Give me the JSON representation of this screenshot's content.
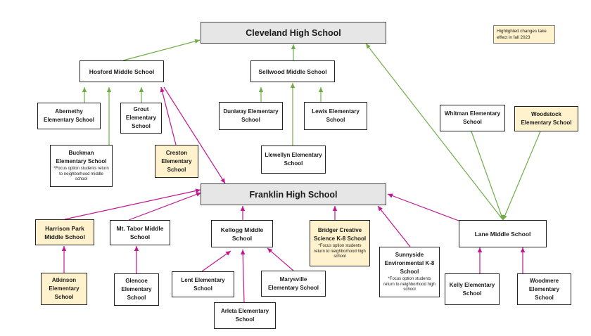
{
  "legend": {
    "text": "Highlighted changes take effect in fall 2023"
  },
  "colors": {
    "green": "#70ad47",
    "magenta": "#c0168f",
    "highlight": "#fff2cc",
    "high_school_fill": "#e6e6e6"
  },
  "nodes": {
    "cleveland": {
      "label": "Cleveland High School"
    },
    "franklin": {
      "label": "Franklin High School"
    },
    "hosford": {
      "label": "Hosford Middle School"
    },
    "sellwood": {
      "label": "Sellwood Middle School"
    },
    "abernethy": {
      "label": "Abernethy Elementary School"
    },
    "grout": {
      "label": "Grout Elementary School"
    },
    "buckman": {
      "label": "Buckman Elementary School",
      "note": "*Focus option students return to neighborhood middle school"
    },
    "creston": {
      "label": "Creston Elementary School"
    },
    "duniway": {
      "label": "Duniway Elementary School"
    },
    "lewis": {
      "label": "Lewis Elementary School"
    },
    "llewellyn": {
      "label": "Llewellyn Elementary School"
    },
    "whitman": {
      "label": "Whitman Elementary School"
    },
    "woodstock": {
      "label": "Woodstock Elementary School"
    },
    "harrison": {
      "label": "Harrison Park Middle School"
    },
    "mttabor": {
      "label": "Mt. Tabor Middle School"
    },
    "kellogg": {
      "label": "Kellogg Middle School"
    },
    "bridger": {
      "label": "Bridger Creative Science K-8 School",
      "note": "*Focus option students return to neighborhood high school"
    },
    "sunnyside": {
      "label": "Sunnyside Environmental K-8 School",
      "note": "*Focus option students return to neighborhood high school"
    },
    "lane": {
      "label": "Lane Middle School"
    },
    "atkinson": {
      "label": "Atkinson Elementary School"
    },
    "glencoe": {
      "label": "Glencoe Elementary School"
    },
    "lent": {
      "label": "Lent Elementary School"
    },
    "marysville": {
      "label": "Marysville Elementary School"
    },
    "arleta": {
      "label": "Arleta Elementary School"
    },
    "kelly": {
      "label": "Kelly Elementary School"
    },
    "woodmere": {
      "label": "Woodmere Elementary School"
    }
  },
  "edges": [
    {
      "from": "hosford",
      "to": "cleveland",
      "color": "green"
    },
    {
      "from": "sellwood",
      "to": "cleveland",
      "color": "green"
    },
    {
      "from": "lane",
      "to": "cleveland",
      "color": "green"
    },
    {
      "from": "abernethy",
      "to": "hosford",
      "color": "green"
    },
    {
      "from": "grout",
      "to": "hosford",
      "color": "green"
    },
    {
      "from": "buckman",
      "to": "hosford",
      "color": "green"
    },
    {
      "from": "creston",
      "to": "hosford",
      "color": "magenta"
    },
    {
      "from": "hosford",
      "to": "franklin",
      "color": "magenta"
    },
    {
      "from": "duniway",
      "to": "sellwood",
      "color": "green"
    },
    {
      "from": "lewis",
      "to": "sellwood",
      "color": "green"
    },
    {
      "from": "llewellyn",
      "to": "sellwood",
      "color": "green"
    },
    {
      "from": "whitman",
      "to": "lane",
      "color": "green"
    },
    {
      "from": "woodstock",
      "to": "lane",
      "color": "green"
    },
    {
      "from": "harrison",
      "to": "franklin",
      "color": "magenta"
    },
    {
      "from": "mttabor",
      "to": "franklin",
      "color": "magenta"
    },
    {
      "from": "kellogg",
      "to": "franklin",
      "color": "magenta"
    },
    {
      "from": "bridger",
      "to": "franklin",
      "color": "magenta"
    },
    {
      "from": "sunnyside",
      "to": "franklin",
      "color": "magenta"
    },
    {
      "from": "lane",
      "to": "franklin",
      "color": "magenta"
    },
    {
      "from": "atkinson",
      "to": "harrison",
      "color": "magenta"
    },
    {
      "from": "glencoe",
      "to": "mttabor",
      "color": "magenta"
    },
    {
      "from": "lent",
      "to": "kellogg",
      "color": "magenta"
    },
    {
      "from": "marysville",
      "to": "kellogg",
      "color": "magenta"
    },
    {
      "from": "arleta",
      "to": "kellogg",
      "color": "magenta"
    },
    {
      "from": "kelly",
      "to": "lane",
      "color": "magenta"
    },
    {
      "from": "woodmere",
      "to": "lane",
      "color": "magenta"
    }
  ]
}
